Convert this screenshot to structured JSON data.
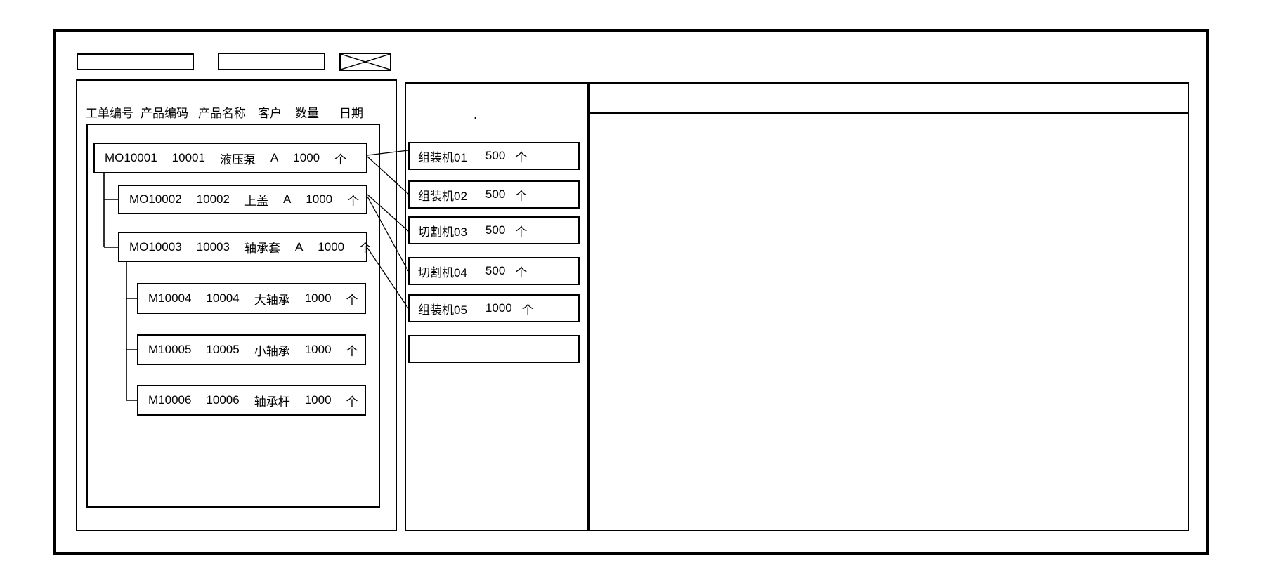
{
  "colors": {
    "ink": "#000000",
    "background": "#ffffff"
  },
  "toolbar": {
    "field_1_value": "",
    "field_2_value": ""
  },
  "work_order_panel": {
    "columns": [
      "工单编号",
      "产品编码",
      "产品名称",
      "客户",
      "数量",
      "日期"
    ],
    "orders": [
      {
        "id": "MO10001",
        "product_code": "10001",
        "product_name": "液压泵",
        "customer": "A",
        "qty": "1000",
        "unit": "个",
        "level": 0
      },
      {
        "id": "MO10002",
        "product_code": "10002",
        "product_name": "上盖",
        "customer": "A",
        "qty": "1000",
        "unit": "个",
        "level": 1
      },
      {
        "id": "MO10003",
        "product_code": "10003",
        "product_name": "轴承套",
        "customer": "A",
        "qty": "1000",
        "unit": "个",
        "level": 1
      },
      {
        "id": "M10004",
        "product_code": "10004",
        "product_name": "大轴承",
        "customer": "",
        "qty": "1000",
        "unit": "个",
        "level": 2
      },
      {
        "id": "M10005",
        "product_code": "10005",
        "product_name": "小轴承",
        "customer": "",
        "qty": "1000",
        "unit": "个",
        "level": 2
      },
      {
        "id": "M10006",
        "product_code": "10006",
        "product_name": "轴承杆",
        "customer": "",
        "qty": "1000",
        "unit": "个",
        "level": 2
      }
    ]
  },
  "machine_panel": {
    "dot": ".",
    "machines": [
      {
        "name": "组装机01",
        "qty": "500",
        "unit": "个"
      },
      {
        "name": "组装机02",
        "qty": "500",
        "unit": "个"
      },
      {
        "name": "切割机03",
        "qty": "500",
        "unit": "个"
      },
      {
        "name": "切割机04",
        "qty": "500",
        "unit": "个"
      },
      {
        "name": "组装机05",
        "qty": "1000",
        "unit": "个"
      },
      {
        "name": "",
        "qty": "",
        "unit": ""
      }
    ]
  },
  "links": [
    {
      "from": "MO10001",
      "to": "组装机01"
    },
    {
      "from": "MO10001",
      "to": "组装机02"
    },
    {
      "from": "MO10002",
      "to": "切割机03"
    },
    {
      "from": "MO10002",
      "to": "切割机04"
    },
    {
      "from": "MO10003",
      "to": "组装机05"
    }
  ]
}
